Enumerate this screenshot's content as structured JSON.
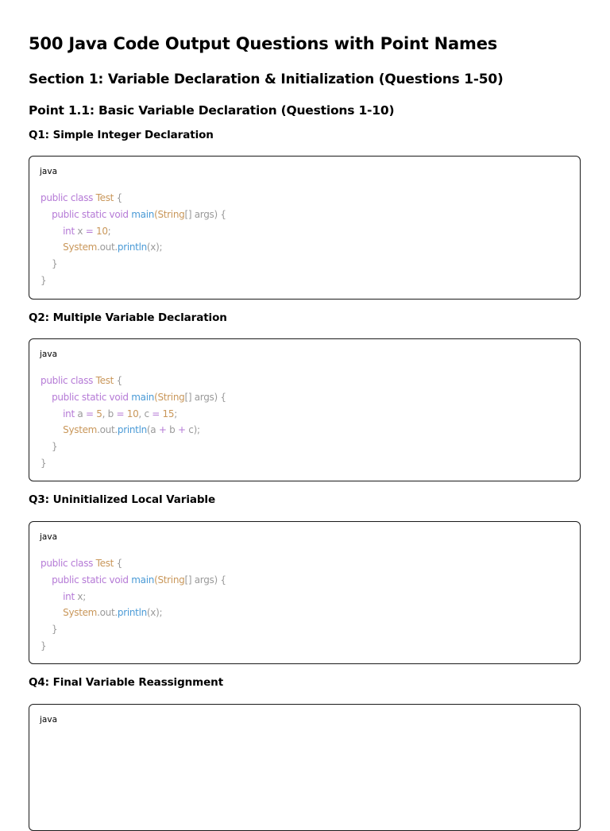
{
  "document": {
    "title": "500 Java Code Output Questions with Point Names",
    "section_heading": "Section 1: Variable Declaration & Initialization (Questions 1-50)",
    "point_heading": "Point 1.1: Basic Variable Declaration (Questions 1-10)"
  },
  "questions": [
    {
      "title": "Q1: Simple Integer Declaration",
      "lang": "java",
      "code": [
        [
          [
            "kw",
            "public class "
          ],
          [
            "cls",
            "Test"
          ],
          [
            "pl",
            " {"
          ]
        ],
        [
          [
            "pl",
            "    "
          ],
          [
            "kw",
            "public static void "
          ],
          [
            "fn",
            "main"
          ],
          [
            "cls",
            "(String"
          ],
          [
            "pl",
            "[] args) {"
          ]
        ],
        [
          [
            "pl",
            "        "
          ],
          [
            "kw",
            "int "
          ],
          [
            "var",
            "x "
          ],
          [
            "op",
            "= "
          ],
          [
            "num",
            "10"
          ],
          [
            "pl",
            ";"
          ]
        ],
        [
          [
            "pl",
            "        "
          ],
          [
            "cls",
            "System"
          ],
          [
            "pl",
            ".out."
          ],
          [
            "fn",
            "println"
          ],
          [
            "pl",
            "(x);"
          ]
        ],
        [
          [
            "pl",
            "    }"
          ]
        ],
        [
          [
            "pl",
            "}"
          ]
        ]
      ]
    },
    {
      "title": "Q2: Multiple Variable Declaration",
      "lang": "java",
      "code": [
        [
          [
            "kw",
            "public class "
          ],
          [
            "cls",
            "Test"
          ],
          [
            "pl",
            " {"
          ]
        ],
        [
          [
            "pl",
            "    "
          ],
          [
            "kw",
            "public static void "
          ],
          [
            "fn",
            "main"
          ],
          [
            "cls",
            "(String"
          ],
          [
            "pl",
            "[] args) {"
          ]
        ],
        [
          [
            "pl",
            "        "
          ],
          [
            "kw",
            "int "
          ],
          [
            "var",
            "a "
          ],
          [
            "op",
            "= "
          ],
          [
            "num",
            "5"
          ],
          [
            "pl",
            ", b "
          ],
          [
            "op",
            "= "
          ],
          [
            "num",
            "10"
          ],
          [
            "pl",
            ", c "
          ],
          [
            "op",
            "= "
          ],
          [
            "num",
            "15"
          ],
          [
            "pl",
            ";"
          ]
        ],
        [
          [
            "pl",
            "        "
          ],
          [
            "cls",
            "System"
          ],
          [
            "pl",
            ".out."
          ],
          [
            "fn",
            "println"
          ],
          [
            "pl",
            "(a "
          ],
          [
            "op",
            "+ "
          ],
          [
            "pl",
            "b "
          ],
          [
            "op",
            "+ "
          ],
          [
            "pl",
            "c);"
          ]
        ],
        [
          [
            "pl",
            "    }"
          ]
        ],
        [
          [
            "pl",
            "}"
          ]
        ]
      ]
    },
    {
      "title": "Q3: Uninitialized Local Variable",
      "lang": "java",
      "code": [
        [
          [
            "kw",
            "public class "
          ],
          [
            "cls",
            "Test"
          ],
          [
            "pl",
            " {"
          ]
        ],
        [
          [
            "pl",
            "    "
          ],
          [
            "kw",
            "public static void "
          ],
          [
            "fn",
            "main"
          ],
          [
            "cls",
            "(String"
          ],
          [
            "pl",
            "[] args) {"
          ]
        ],
        [
          [
            "pl",
            "        "
          ],
          [
            "kw",
            "int "
          ],
          [
            "var",
            "x;"
          ]
        ],
        [
          [
            "pl",
            "        "
          ],
          [
            "cls",
            "System"
          ],
          [
            "pl",
            ".out."
          ],
          [
            "fn",
            "println"
          ],
          [
            "pl",
            "(x);"
          ]
        ],
        [
          [
            "pl",
            "    }"
          ]
        ],
        [
          [
            "pl",
            "}"
          ]
        ]
      ]
    },
    {
      "title": "Q4: Final Variable Reassignment",
      "lang": "java",
      "code": []
    }
  ]
}
